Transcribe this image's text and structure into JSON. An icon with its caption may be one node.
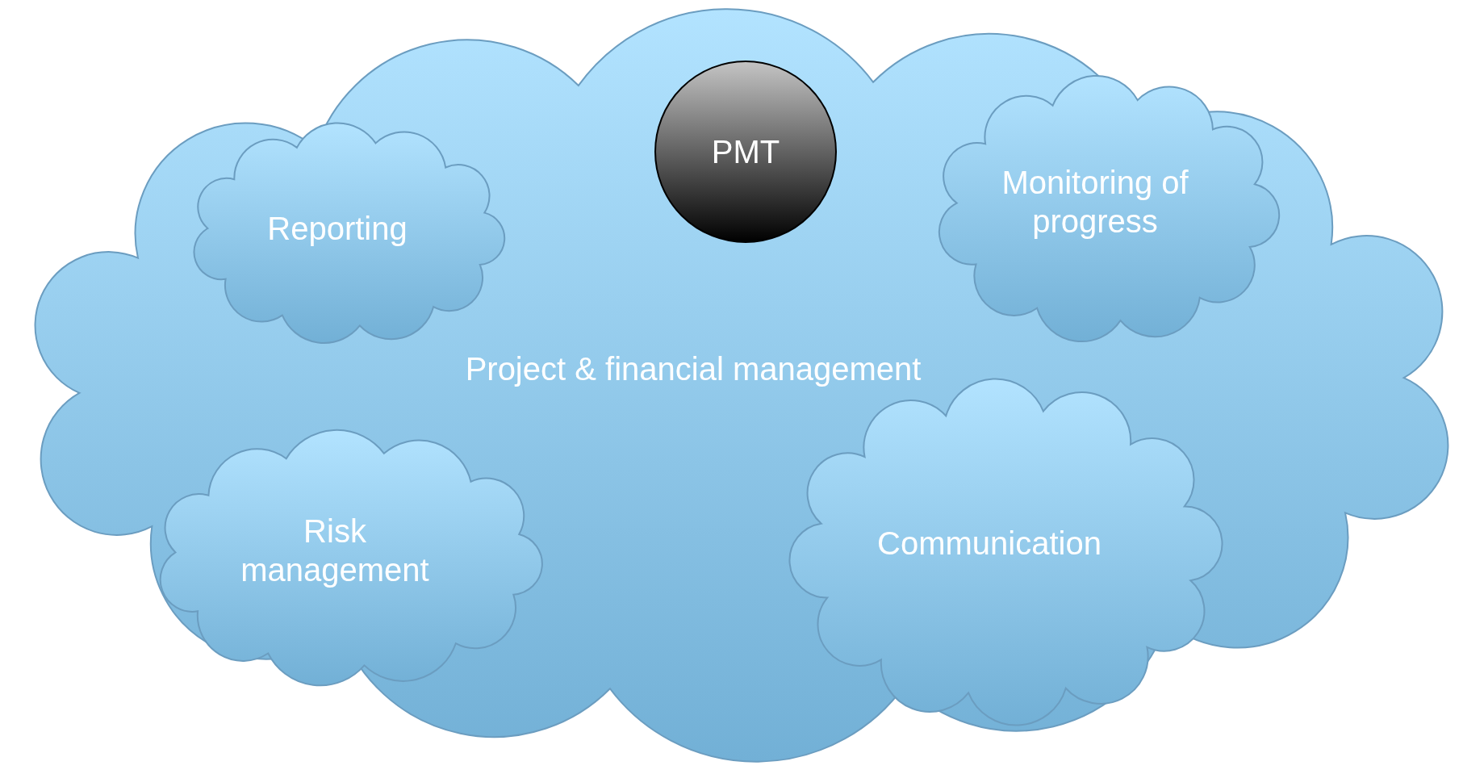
{
  "diagram": {
    "nodes": [
      {
        "text": [
          "Project & financial management"
        ]
      },
      {
        "text": [
          "PMT"
        ],
        "in": 0
      },
      {
        "text": [
          "Reporting"
        ],
        "in": 0
      },
      {
        "text": [
          "Monitoring of progress"
        ],
        "in": 0
      },
      {
        "text": [
          "Risk management"
        ],
        "in": 0
      },
      {
        "text": [
          "Communication"
        ],
        "in": 0
      }
    ]
  }
}
